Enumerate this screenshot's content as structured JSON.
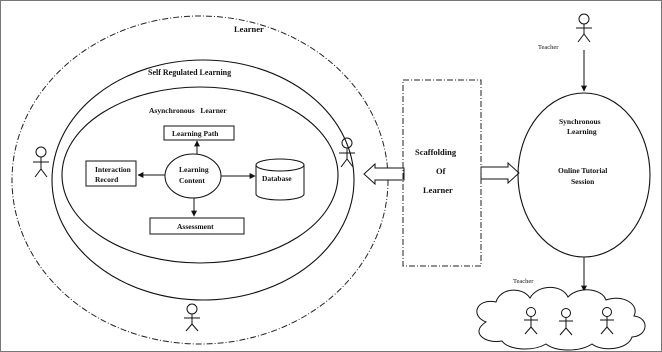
{
  "outer_circle": {
    "label": "Learner"
  },
  "self_regulated": {
    "label": "Self Regulated Learning"
  },
  "asynchronous": {
    "label": "Asynchronous   Learner",
    "learning_path": "Learning Path",
    "learning_content_line1": "Learning",
    "learning_content_line2": "Content",
    "interaction_line1": "Interaction",
    "interaction_line2": "Record",
    "database": "Database",
    "assessment": "Assessment"
  },
  "scaffolding": {
    "line1": "Scaffolding",
    "line2": "Of",
    "line3": "Learner"
  },
  "synchronous": {
    "line1": "Synchronous",
    "line2": "Learning",
    "line3": "Online Tutorial",
    "line4": "Session"
  },
  "teacher_top": "Teacher",
  "teacher_bottom": "Teacher"
}
